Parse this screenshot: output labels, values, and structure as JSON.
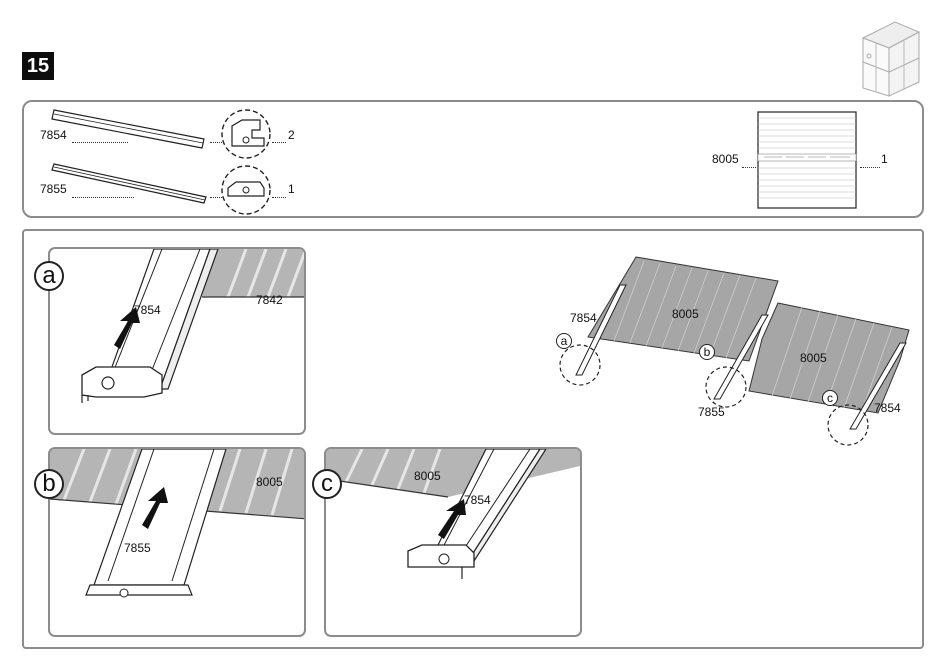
{
  "step": {
    "number": "15"
  },
  "parts": {
    "items": [
      {
        "code": "7854",
        "qty": "2"
      },
      {
        "code": "7855",
        "qty": "1"
      },
      {
        "code": "8005",
        "qty": "1"
      }
    ]
  },
  "details": {
    "a": {
      "letter": "a",
      "profile": "7854",
      "sheet": "7842"
    },
    "b": {
      "letter": "b",
      "profile": "7855",
      "sheet": "8005"
    },
    "c": {
      "letter": "c",
      "profile": "7854",
      "sheet": "8005"
    }
  },
  "overview": {
    "sheet_left": "8005",
    "sheet_right": "8005",
    "profile_left": "7854",
    "profile_mid": "7855",
    "profile_right": "7854",
    "callouts": [
      "a",
      "b",
      "c"
    ]
  },
  "colors": {
    "panel_border": "#8c8c8c",
    "sheet_hatch": "#9a9a9a",
    "ink": "#111111"
  }
}
